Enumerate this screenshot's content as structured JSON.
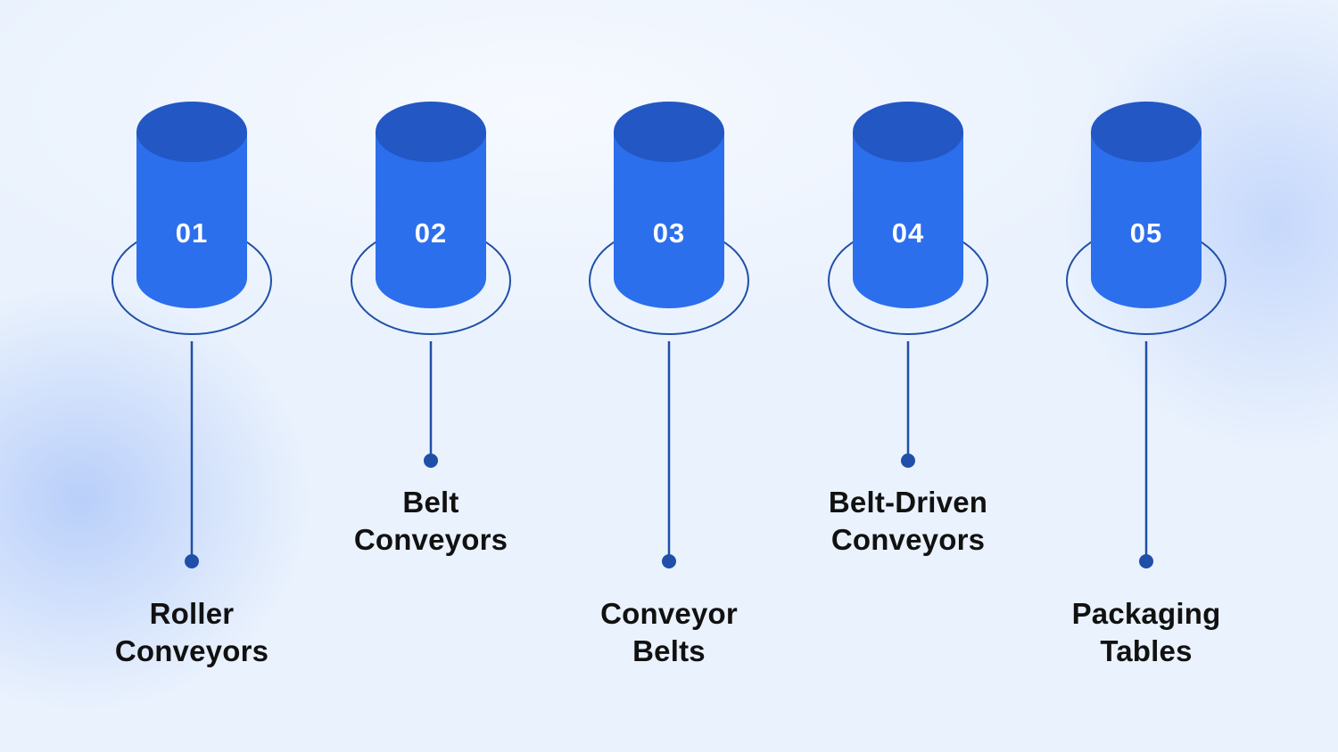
{
  "colors": {
    "cylinder_body": "#2c6fed",
    "cylinder_top": "#2257c4",
    "ring_stroke": "#1f4fa8",
    "connector": "#1f4fa8",
    "number_text": "#ffffff",
    "label_text": "#111111"
  },
  "steps": [
    {
      "number": "01",
      "label_line1": "Roller",
      "label_line2": "Conveyors",
      "level": "low"
    },
    {
      "number": "02",
      "label_line1": "Belt",
      "label_line2": "Conveyors",
      "level": "high"
    },
    {
      "number": "03",
      "label_line1": "Conveyor",
      "label_line2": "Belts",
      "level": "low"
    },
    {
      "number": "04",
      "label_line1": "Belt-Driven",
      "label_line2": "Conveyors",
      "level": "high"
    },
    {
      "number": "05",
      "label_line1": "Packaging",
      "label_line2": "Tables",
      "level": "low"
    }
  ]
}
